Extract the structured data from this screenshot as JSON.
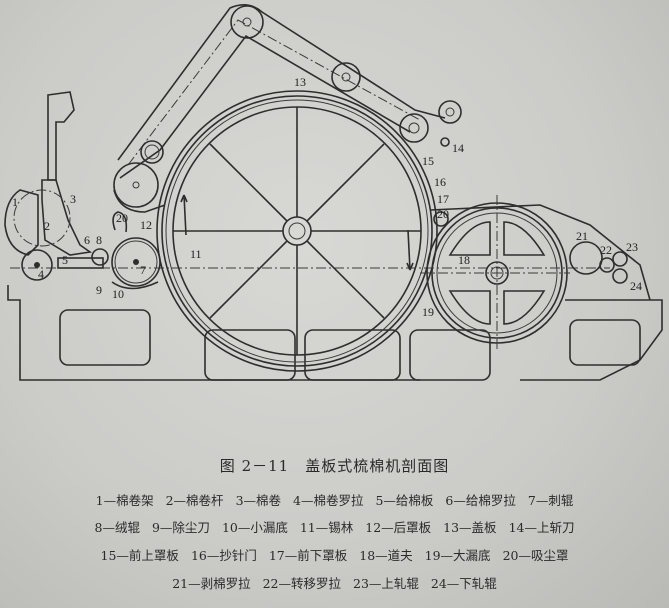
{
  "figure": {
    "caption": "图 2－11　盖板式梳棉机剖面图",
    "legend_rows": [
      [
        "1—棉卷架",
        "2—棉卷杆",
        "3—棉卷",
        "4—棉卷罗拉",
        "5—给棉板",
        "6—给棉罗拉",
        "7—刺辊"
      ],
      [
        "8—绒辊",
        "9—除尘刀",
        "10—小漏底",
        "11—锡林",
        "12—后罩板",
        "13—盖板",
        "14—上斩刀"
      ],
      [
        "15—前上罩板",
        "16—抄针门",
        "17—前下罩板",
        "18—道夫",
        "19—大漏底",
        "20—吸尘罩"
      ],
      [
        "21—剥棉罗拉",
        "22—转移罗拉",
        "23—上轧辊",
        "24—下轧辊"
      ]
    ]
  },
  "diagram": {
    "labels": {
      "1": "1",
      "2": "2",
      "3": "3",
      "4": "4",
      "5": "5",
      "6": "6",
      "7": "7",
      "8": "8",
      "9": "9",
      "10": "10",
      "11": "11",
      "12": "12",
      "13": "13",
      "14": "14",
      "15": "15",
      "16": "16",
      "17": "17",
      "18": "18",
      "19": "19",
      "20": "20",
      "20b": "20",
      "21": "21",
      "22": "22",
      "23": "23",
      "24": "24"
    }
  }
}
